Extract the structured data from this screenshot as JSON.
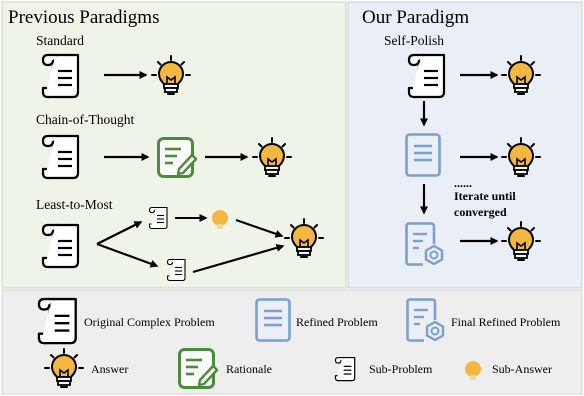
{
  "panels": {
    "previous": {
      "title": "Previous Paradigms"
    },
    "ours": {
      "title": "Our Paradigm"
    }
  },
  "rows": {
    "standard": "Standard",
    "cot": "Chain-of-Thought",
    "ltm": "Least-to-Most",
    "selfpolish": "Self-Polish"
  },
  "annotations": {
    "dots": "......",
    "iterate_line1": "Iterate until",
    "iterate_line2": "converged"
  },
  "legend": {
    "original": "Original Complex Problem",
    "refined": "Refined Problem",
    "final": "Final Refined Problem",
    "answer": "Answer",
    "rationale": "Rationale",
    "subproblem": "Sub-Problem",
    "subanswer": "Sub-Answer"
  },
  "colors": {
    "previous_bg": "#eef4e8",
    "ours_bg": "#e9eef7",
    "legend_bg": "#eeeeee",
    "bulb": "#f4b73f",
    "rationale_green": "#4a8c3a",
    "refined_blue": "#7b9fd3"
  }
}
